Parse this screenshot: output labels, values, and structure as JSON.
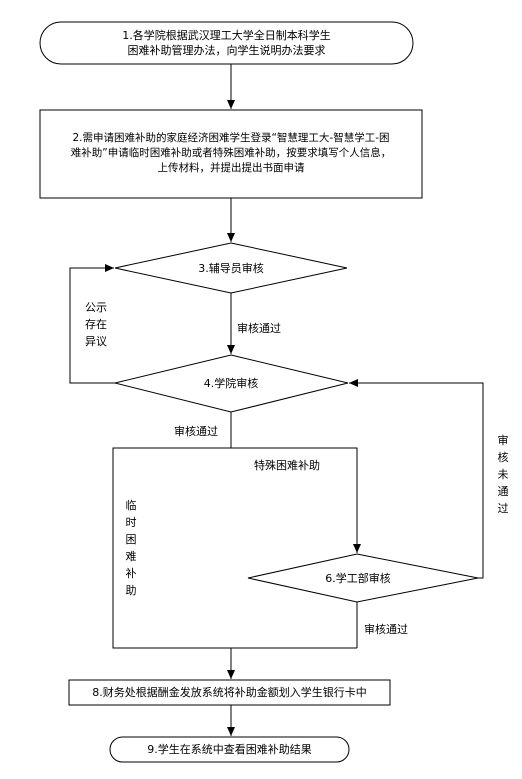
{
  "nodes": {
    "step1": {
      "line1": "1.各学院根据武汉理工大学全日制本科学生",
      "line2": "困难补助管理办法，向学生说明办法要求"
    },
    "step2": {
      "line1": "2.需申请困难补助的家庭经济困难学生登录“智慧理工大-智慧学工-困",
      "line2": "难补助”申请临时困难补助或者特殊困难补助，按要求填写个人信息，",
      "line3": "上传材料，并提出提出书面申请"
    },
    "step3": {
      "label": "3.辅导员审核"
    },
    "step4": {
      "label": "4.学院审核"
    },
    "step6": {
      "label": "6.学工部审核"
    },
    "step8": {
      "label": "8.财务处根据酬金发放系统将补助金额划入学生银行卡中"
    },
    "step9": {
      "label": "9.学生在系统中查看困难补助结果"
    }
  },
  "edges": {
    "pass_3": "审核通过",
    "dispute": "公示存在异议",
    "pass_4": "审核通过",
    "special": "特殊困难补助",
    "temporary": "临时困难补助",
    "not_pass_6": "审核未通过",
    "pass_6": "审核通过"
  }
}
